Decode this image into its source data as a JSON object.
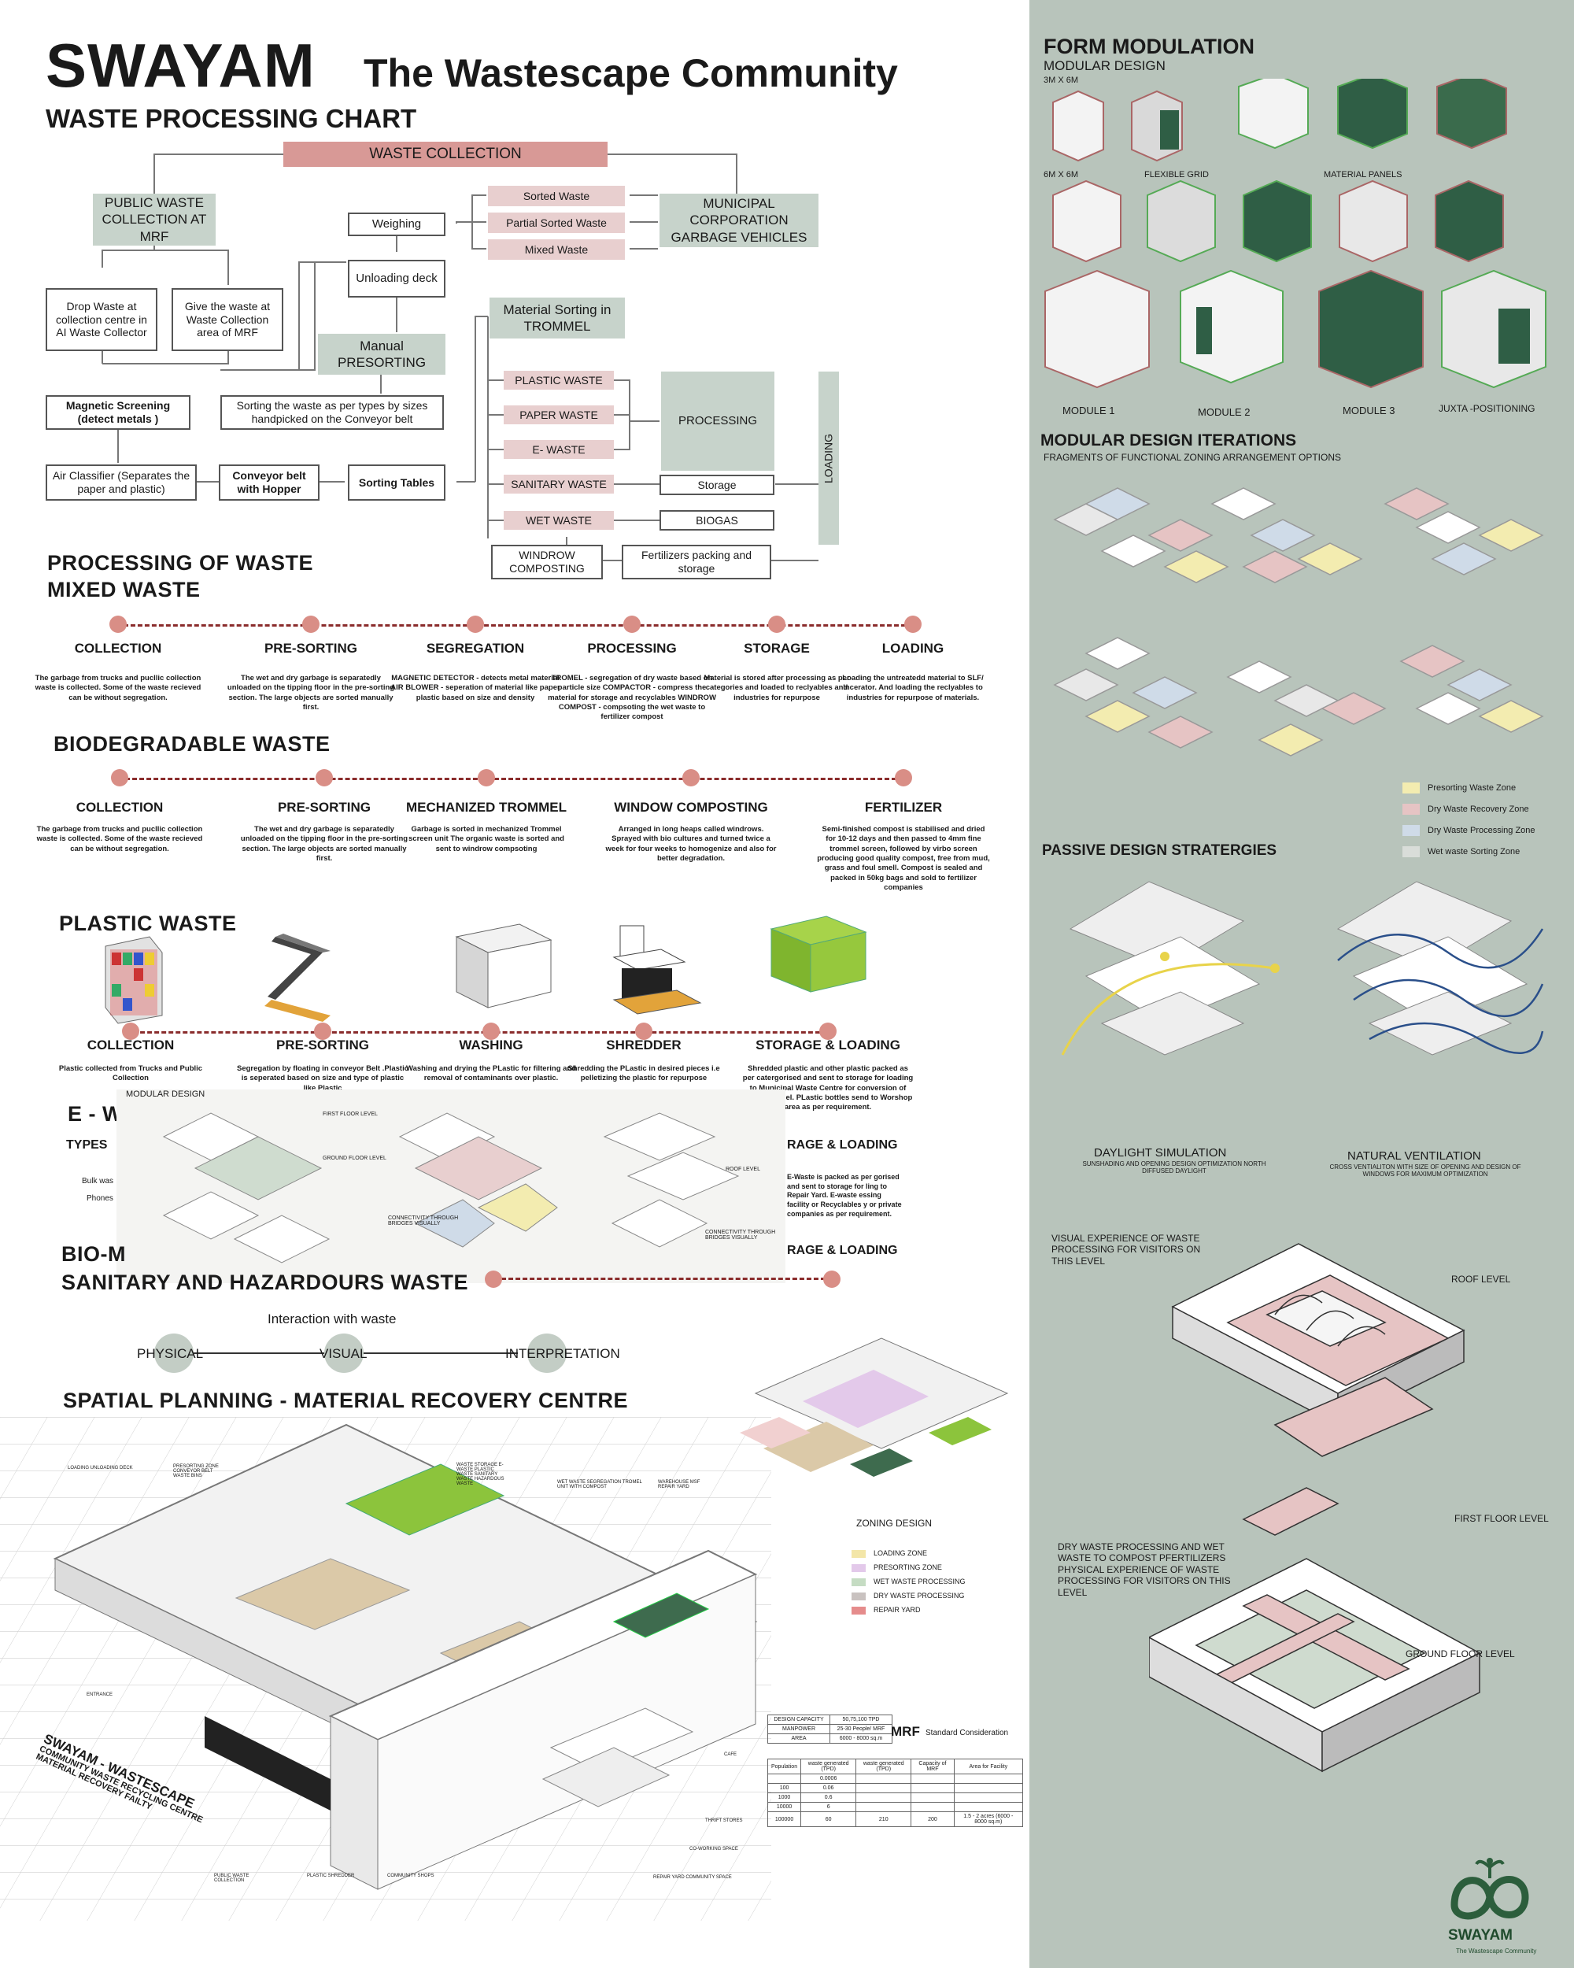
{
  "header": {
    "title_main": "SWAYAM",
    "title_sub": "The Wastescape Community",
    "chart_title": "WASTE PROCESSING CHART"
  },
  "flow": {
    "waste_collection": "WASTE COLLECTION",
    "public_collection": "PUBLIC WASTE COLLECTION AT MRF",
    "drop_waste": "Drop Waste at collection centre in AI Waste Collector",
    "give_waste": "Give the waste at Waste Collection area of MRF",
    "weighing": "Weighing",
    "unloading": "Unloading deck",
    "manual_presorting": "Manual PRESORTING",
    "sorted": "Sorted Waste",
    "partial_sorted": "Partial Sorted Waste",
    "mixed": "Mixed Waste",
    "municipal": "MUNICIPAL CORPORATION GARBAGE VEHICLES",
    "magnetic": "Magnetic Screening (detect metals )",
    "sorting_belt": "Sorting the waste as per types by sizes handpicked on the Conveyor belt",
    "air_classifier": "Air Classifier (Separates the paper and plastic)",
    "conveyor_hopper": "Conveyor belt with Hopper",
    "sorting_tables": "Sorting Tables",
    "material_sorting": "Material Sorting in TROMMEL",
    "plastic": "PLASTIC WASTE",
    "paper": "PAPER WASTE",
    "ewaste": "E- WASTE",
    "sanitary": "SANITARY WASTE",
    "wet": "WET WASTE",
    "processing": "PROCESSING",
    "storage": "Storage",
    "biogas": "BIOGAS",
    "windrow": "WINDROW COMPOSTING",
    "fertilizers": "Fertilizers packing and storage",
    "loading": "LOADING"
  },
  "mixed": {
    "title_line1": "PROCESSING OF WASTE",
    "title_line2": "MIXED WASTE",
    "stages": [
      {
        "label": "COLLECTION",
        "desc": "The garbage from trucks and pucllic collection waste is collected. Some of the waste recieved can be without segregation."
      },
      {
        "label": "PRE-SORTING",
        "desc": "The wet and dry garbage is separatedly unloaded on the tipping floor in the pre-sorting section. The large objects are sorted manually first."
      },
      {
        "label": "SEGREGATION",
        "desc": "MAGNETIC DETECTOR - detects metal material AIR BLOWER - seperation of material like paper plastic based on size and density"
      },
      {
        "label": "PROCESSING",
        "desc": "TROMEL - segregation of dry waste based on particle size COMPACTOR - compress the material for storage and recyclables WINDROW COMPOST - compsoting the wet waste to fertilizer compost"
      },
      {
        "label": "STORAGE",
        "desc": "Material is stored after processing as per categories and loaded to reclyables and industries for repurpose"
      },
      {
        "label": "LOADING",
        "desc": "Loading the untreatedd material to SLF/ Incerator. And loading the reclyables to industries for repurpose of materials."
      }
    ]
  },
  "bio": {
    "title": "BIODEGRADABLE  WASTE",
    "stages": [
      {
        "label": "COLLECTION",
        "desc": "The garbage from trucks and pucllic collection waste is collected. Some of the waste recieved can be without segregation."
      },
      {
        "label": "PRE-SORTING",
        "desc": "The wet and dry garbage is separatedly unloaded on the tipping floor in the pre-sorting section. The large objects are sorted manually first."
      },
      {
        "label": "MECHANIZED TROMMEL",
        "desc": "Garbage is sorted in mechanized Trommel screen unit The organic waste is sorted and sent to windrow compsoting"
      },
      {
        "label": "WINDOW COMPOSTING",
        "desc": "Arranged in long heaps called windrows. Sprayed with bio cultures and turned twice a week for four weeks to homogenize and also for better degradation."
      },
      {
        "label": "FERTILIZER",
        "desc": "Semi-finished compost is stabilised and dried for 10-12 days and then passed to 4mm fine trommel screen, followed by virbo screen producing good quality compost, free from mud, grass and foul smell. Compost is sealed and packed in 50kg bags and sold to fertilizer companies"
      }
    ]
  },
  "plastic": {
    "title": "PLASTIC WASTE",
    "stages": [
      {
        "label": "COLLECTION",
        "desc": "Plastic collected from Trucks and Public Collection"
      },
      {
        "label": "PRE-SORTING",
        "desc": "Segregation by floating in conveyor Belt .Plastic is seperated based on size and type of plastic like Plastic"
      },
      {
        "label": "WASHING",
        "desc": "Washing and drying the PLastic for filtering and removal of contaminants over plastic."
      },
      {
        "label": "SHREDDER",
        "desc": "Shredding the PLastic in desired pieces i.e pelletizing the plastic for repurpose"
      },
      {
        "label": "STORAGE & LOADING",
        "desc": "Shredded plastic and other plastic packed as per catergorised and sent to storage for loading to Municipal Waste Centre for conversion of Plastic to fuel. PLastic bottles send to Worshop area as per requirement."
      }
    ]
  },
  "ewaste": {
    "title": "E - W",
    "types": "TYPES",
    "bulk": "Bulk was",
    "phones": "Phones",
    "storage_loading": "RAGE & LOADING",
    "desc": "E-Waste is packed as per gorised and sent to storage for ling to Repair Yard. E-waste essing facility or Recyclables y or private companies as per requirement."
  },
  "overlay": {
    "title": "MODULAR DESIGN",
    "first_floor": "FIRST FLOOR LEVEL",
    "ground_floor": "GROUND FLOOR LEVEL",
    "bridges1": "CONNECTIVITY THROUGH BRIDGES VISUALLY",
    "roof": "ROOF LEVEL",
    "bridges2": "CONNECTIVITY THROUGH BRIDGES VISUALLY"
  },
  "biomed": {
    "title_line1": "BIO-M",
    "title_line2": "SANITARY AND HAZARDOURS WASTE",
    "storage_loading": "RAGE & LOADING"
  },
  "interaction": {
    "title": "Interaction with waste",
    "physical": "PHYSICAL",
    "visual": "VISUAL",
    "interpretation": "INTERPRETATION"
  },
  "spatial": {
    "title": "SPATIAL PLANNING - MATERIAL RECOVERY CENTRE",
    "labels": {
      "loading_deck": "LOADING UNLOADING DECK",
      "presorting": "PRESORTING ZONE CONVEYOR BELT WASTE BINS",
      "waste_storage": "WASTE STORAGE E-WASTE PLASTIC WASTE SANITARY WASTE HAZARDOUS WASTE",
      "wet_seg": "WET WASTE SEGREGATION TROMEL UNIT WITH COMPOST",
      "warehouse": "WAREHOUSE MSF REPAIR YARD",
      "entrance": "ENTRANCE",
      "cafe": "CAFE",
      "thrift": "THRIFT STORES",
      "coworking": "CO-WORKING SPACE",
      "repair_yard": "REPAIR YARD COMMUNITY SPACE",
      "public_collection": "PUBLIC WASTE COLLECTION",
      "plastic_shredder": "PLASTIC SHREDDER",
      "community_shops": "COMMUNITY SHOPS"
    },
    "stamp_line1": "SWAYAM - WASTESCAPE",
    "stamp_line2": "COMMUNITY WASTE RECYCLING CENTRE",
    "stamp_line3": "MATERIAL RECOVERY FAILTY"
  },
  "zoning": {
    "title": "ZONING DESIGN",
    "items": [
      {
        "label": "LOADING ZONE",
        "color": "#f3e6a8"
      },
      {
        "label": "PRESORTING ZONE",
        "color": "#e3c9ea"
      },
      {
        "label": "WET WASTE PROCESSING",
        "color": "#c5dcc3"
      },
      {
        "label": "DRY WASTE PROCESSING",
        "color": "#c9c2c0"
      },
      {
        "label": "REPAIR YARD",
        "color": "#e58c8c"
      }
    ]
  },
  "mrf": {
    "title": "MRF",
    "subtitle": "Standard Consideration",
    "table1": [
      [
        "DESIGN CAPACITY",
        "50,75,100 TPD"
      ],
      [
        "MANPOWER",
        "25-30 People/ MRF"
      ],
      [
        "AREA",
        "6000 - 8000 sq.m"
      ]
    ],
    "table2_head": [
      "Population",
      "waste generated (TPD)",
      "waste generated (TPD)",
      "Capacity of MRF",
      "Area for Facility"
    ],
    "table2": [
      [
        "",
        "0.0006",
        "",
        "",
        ""
      ],
      [
        "100",
        "0.06",
        "",
        "",
        ""
      ],
      [
        "1000",
        "0.6",
        "",
        "",
        ""
      ],
      [
        "10000",
        "6",
        "",
        "",
        ""
      ],
      [
        "100000",
        "60",
        "210",
        "200",
        "1.5 - 2 acres (6000 - 8000 sq.m)"
      ]
    ]
  },
  "right": {
    "form_title": "FORM MODULATION",
    "modular_design": "MODULAR DESIGN",
    "size_3x6": "3M X 6M",
    "size_6x6": "6M X 6M",
    "flexible_grid": "FLEXIBLE GRID",
    "material_panels": "MATERIAL PANELS",
    "module1": "MODULE 1",
    "module2": "MODULE 2",
    "module3": "MODULE 3",
    "juxta": "JUXTA -POSITIONING",
    "iter_title": "MODULAR DESIGN ITERATIONS",
    "iter_sub": "FRAGMENTS OF FUNCTIONAL ZONING ARRANGEMENT OPTIONS",
    "legend": [
      {
        "label": "Presorting Waste Zone",
        "color": "#f3ecb0"
      },
      {
        "label": "Dry Waste Recovery Zone",
        "color": "#e6c4c4"
      },
      {
        "label": "Dry Waste Processing Zone",
        "color": "#cfdbe8"
      },
      {
        "label": "Wet waste Sorting Zone",
        "color": "#d9ddd9"
      }
    ],
    "passive_title": "PASSIVE DESIGN STRATERGIES",
    "daylight": "DAYLIGHT SIMULATION",
    "daylight_sub": "SUNSHADING AND OPENING DESIGN OPTIMIZATION NORTH DIFFUSED DAYLIGHT",
    "ventilation": "NATURAL VENTILATION",
    "ventilation_sub": "CROSS VENTIALITON WITH SIZE OF OPENING AND DESIGN OF WINDOWS FOR MAXIMUM OPTIMIZATION",
    "visual_exp": "VISUAL EXPERIENCE OF WASTE PROCESSING FOR VISITORS ON THIS LEVEL",
    "roof_level": "ROOF LEVEL",
    "first_floor_level": "FIRST FLOOR LEVEL",
    "dry_waste_note": "DRY WASTE PROCESSING AND WET WASTE TO COMPOST PFERTILIZERS PHYSICAL EXPERIENCE OF WASTE PROCESSING FOR VISITORS ON THIS LEVEL",
    "ground_floor_level": "GROUND FLOOR LEVEL",
    "logo_name": "SWAYAM",
    "logo_tag": "The Wastescape Community"
  },
  "colors": {
    "accent_pink": "#d98e86",
    "panel_green": "#b8c4bb",
    "box_green": "#c7d3cb",
    "dash": "#8a2c2c"
  }
}
